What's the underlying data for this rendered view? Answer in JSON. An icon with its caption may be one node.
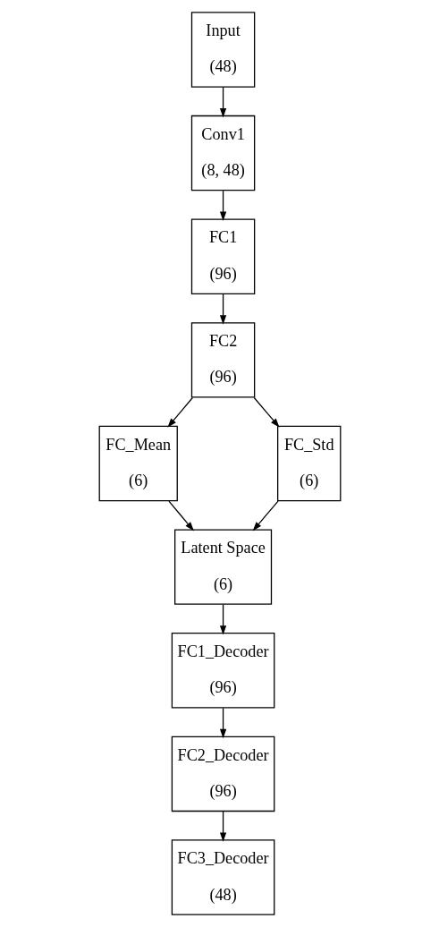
{
  "diagram": {
    "nodes": [
      {
        "text": [
          "Input",
          "(48)"
        ]
      },
      {
        "text": [
          "Conv1",
          "(8, 48)"
        ]
      },
      {
        "text": [
          "FC1",
          "(96)"
        ]
      },
      {
        "text": [
          "FC2",
          "(96)"
        ]
      },
      {
        "text": [
          "FC_Mean",
          "(6)"
        ]
      },
      {
        "text": [
          "FC_Std",
          "(6)"
        ]
      },
      {
        "text": [
          "Latent Space",
          "(6)"
        ]
      },
      {
        "text": [
          "FC1_Decoder",
          "(96)"
        ]
      },
      {
        "text": [
          "FC2_Decoder",
          "(96)"
        ]
      },
      {
        "text": [
          "FC3_Decoder",
          "(48)"
        ]
      }
    ],
    "edges": [
      {
        "from": 0,
        "to": 1,
        "arrow": "to"
      },
      {
        "from": 1,
        "to": 2,
        "arrow": "to"
      },
      {
        "from": 2,
        "to": 3,
        "arrow": "to"
      },
      {
        "from": 3,
        "to": 4,
        "arrow": "to"
      },
      {
        "from": 3,
        "to": 5,
        "arrow": "to"
      },
      {
        "from": 4,
        "to": 6,
        "arrow": "to"
      },
      {
        "from": 5,
        "to": 6,
        "arrow": "to"
      },
      {
        "from": 6,
        "to": 7,
        "arrow": "to"
      },
      {
        "from": 7,
        "to": 8,
        "arrow": "to"
      },
      {
        "from": 8,
        "to": 9,
        "arrow": "to"
      }
    ]
  }
}
